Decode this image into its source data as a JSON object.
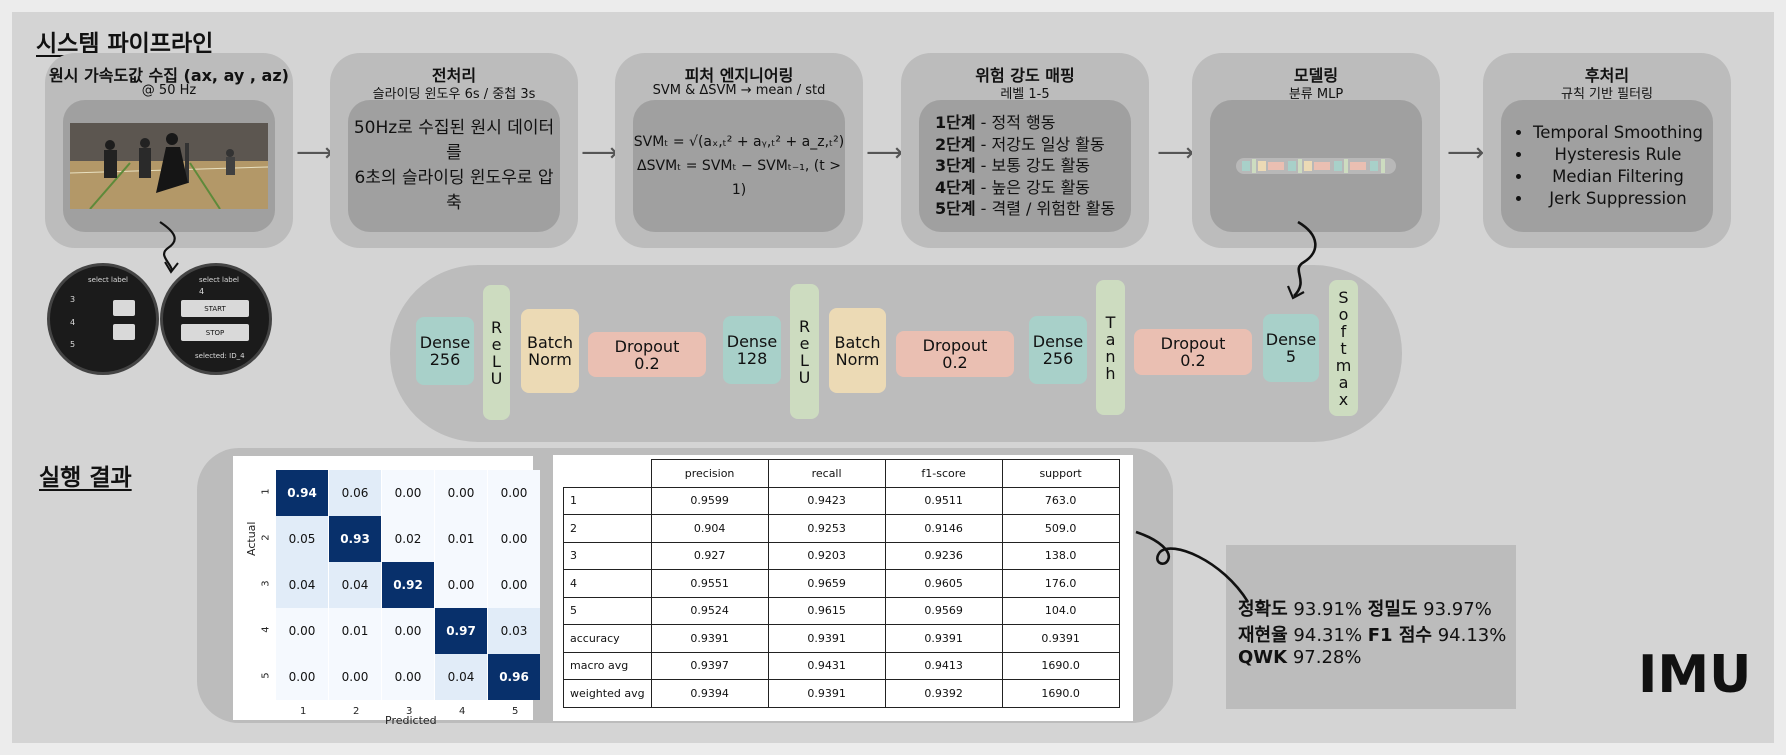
{
  "section_pipeline": "시스템 파이프라인",
  "section_results": "실행 결과",
  "arrow_glyph": "⟶",
  "stages": [
    {
      "title": "원시 가속도값 수집 (ax, ay , az)",
      "sub": "@ 50 Hz"
    },
    {
      "title": "전처리",
      "sub": "슬라이딩 윈도우 6s / 중첩 3s",
      "body": [
        "50Hz로 수집된 원시 데이터를",
        "6초의 슬라이딩 윈도우로 압축"
      ]
    },
    {
      "title": "피처 엔지니어링",
      "sub": "SVM & ΔSVM → mean / std",
      "body": [
        "SVMₜ = √(aₓ,ₜ² + aᵧ,ₜ² + a_z,ₜ²)",
        "ΔSVMₜ = SVMₜ − SVMₜ₋₁, (t > 1)"
      ]
    },
    {
      "title": "위험 강도 매핑",
      "sub": "레벨 1-5",
      "levels": [
        {
          "k": "1단계",
          "v": " - 정적 행동"
        },
        {
          "k": "2단계",
          "v": " - 저강도 일상 활동"
        },
        {
          "k": "3단계",
          "v": " - 보통 강도 활동"
        },
        {
          "k": "4단계",
          "v": " - 높은 강도 활동"
        },
        {
          "k": "5단계",
          "v": " - 격렬 / 위험한 활동"
        }
      ]
    },
    {
      "title": "모델링",
      "sub": "분류 MLP"
    },
    {
      "title": "후처리",
      "sub": "규칙 기반 필터링",
      "items": [
        "Temporal Smoothing",
        "Hysteresis Rule",
        "Median Filtering",
        "Jerk Suppression"
      ]
    }
  ],
  "watch": {
    "header": "select label",
    "left_items": [
      "3",
      "4",
      "5"
    ],
    "right_item": "4",
    "start": "START",
    "stop": "STOP",
    "selected": "selected: ID_4"
  },
  "mlp_layers": {
    "dense256_a": [
      "Dense",
      "256"
    ],
    "relu_a": [
      "R",
      "e",
      "L",
      "U"
    ],
    "bn_a": [
      "Batch",
      "Norm"
    ],
    "drop_a": [
      "Dropout",
      "0.2"
    ],
    "dense128": [
      "Dense",
      "128"
    ],
    "relu_b": [
      "R",
      "e",
      "L",
      "U"
    ],
    "bn_b": [
      "Batch",
      "Norm"
    ],
    "drop_b": [
      "Dropout",
      "0.2"
    ],
    "dense256_b": [
      "Dense",
      "256"
    ],
    "tanh": [
      "T",
      "a",
      "n",
      "h"
    ],
    "drop_c": [
      "Dropout",
      "0.2"
    ],
    "dense5": [
      "Dense",
      "5"
    ],
    "softmax": [
      "S",
      "o",
      "f",
      "t",
      "m",
      "a",
      "x"
    ]
  },
  "confusion_matrix": {
    "labels": [
      "1",
      "2",
      "3",
      "4",
      "5"
    ],
    "xlabel": "Predicted",
    "ylabel": "Actual",
    "values": [
      [
        "0.94",
        "0.06",
        "0.00",
        "0.00",
        "0.00"
      ],
      [
        "0.05",
        "0.93",
        "0.02",
        "0.01",
        "0.00"
      ],
      [
        "0.04",
        "0.04",
        "0.92",
        "0.00",
        "0.00"
      ],
      [
        "0.00",
        "0.01",
        "0.00",
        "0.97",
        "0.03"
      ],
      [
        "0.00",
        "0.00",
        "0.00",
        "0.04",
        "0.96"
      ]
    ]
  },
  "report": {
    "headers": [
      "",
      "precision",
      "recall",
      "f1-score",
      "support"
    ],
    "rows": [
      [
        "1",
        "0.9599",
        "0.9423",
        "0.9511",
        "763.0"
      ],
      [
        "2",
        "0.904",
        "0.9253",
        "0.9146",
        "509.0"
      ],
      [
        "3",
        "0.927",
        "0.9203",
        "0.9236",
        "138.0"
      ],
      [
        "4",
        "0.9551",
        "0.9659",
        "0.9605",
        "176.0"
      ],
      [
        "5",
        "0.9524",
        "0.9615",
        "0.9569",
        "104.0"
      ],
      [
        "accuracy",
        "0.9391",
        "0.9391",
        "0.9391",
        "0.9391"
      ],
      [
        "macro avg",
        "0.9397",
        "0.9431",
        "0.9413",
        "1690.0"
      ],
      [
        "weighted avg",
        "0.9394",
        "0.9391",
        "0.9392",
        "1690.0"
      ]
    ]
  },
  "metrics": {
    "line1": [
      {
        "k": "정확도",
        "v": " 93.91% "
      },
      {
        "k": "정밀도",
        "v": " 93.97%"
      }
    ],
    "line2": [
      {
        "k": "재현율",
        "v": " 94.31% "
      },
      {
        "k": "F1 점수",
        "v": " 94.13%"
      }
    ],
    "line3": [
      {
        "k": "QWK",
        "v": " 97.28%"
      }
    ]
  },
  "brand": "IMU",
  "colors": {
    "panel": "#bcbcbc",
    "inner": "#a0a0a0",
    "dense": "#a8d0c9",
    "relu": "#cddcc0",
    "batchnorm": "#ecdab5",
    "dropout": "#eabfb2",
    "cm_dark": "#08306b"
  }
}
